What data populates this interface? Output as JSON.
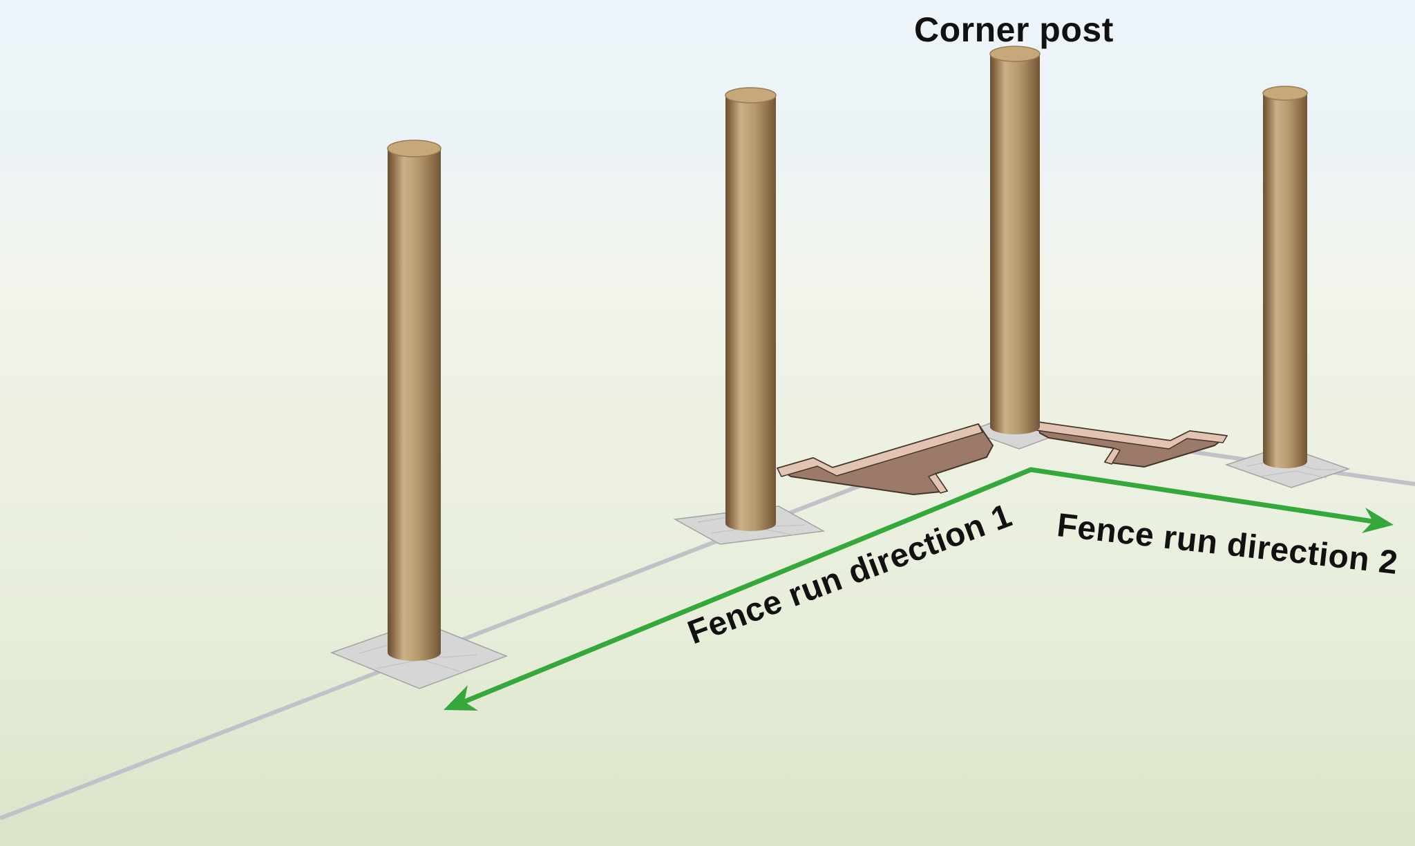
{
  "scene": {
    "labels": {
      "corner_post": "Corner post",
      "run1": "Fence run direction 1",
      "run2": "Fence run direction 2"
    },
    "colors": {
      "sky_top": "#edf5fa",
      "sky_mid": "#f1f4ec",
      "ground_mid": "#e7eeda",
      "ground_bottom": "#dbe4ca",
      "arrow_green": "#35a83c",
      "line_gray": "#c1c2c8",
      "post_dark": "#6b5130",
      "post_light": "#cbb089",
      "post_top_face": "#c6a87a",
      "post_top_rim": "#9a7a50",
      "pad_fill": "#d6d6d6",
      "pad_edge": "#a3a3a3",
      "pad_crack": "#bfbfbf",
      "trench_floor": "#9b7a69",
      "trench_wall": "#e2c4b2",
      "trench_outline": "#45342a"
    }
  }
}
